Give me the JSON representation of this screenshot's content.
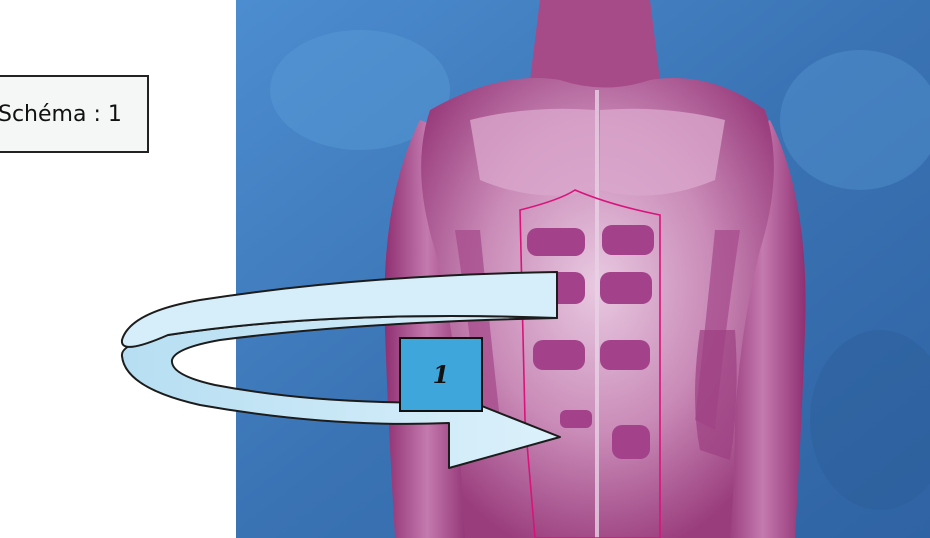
{
  "diagram": {
    "title_label": "Schéma : 1",
    "step_number": "1",
    "colors": {
      "background_blue": "#3c78b8",
      "body_pink": "#b5558f",
      "highlight_outline": "#d8147a",
      "arrow_fill": "#cfe9f7",
      "number_box": "#3fa6dc"
    },
    "icons": [
      "torso-illustration",
      "curved-arrow-icon"
    ]
  }
}
